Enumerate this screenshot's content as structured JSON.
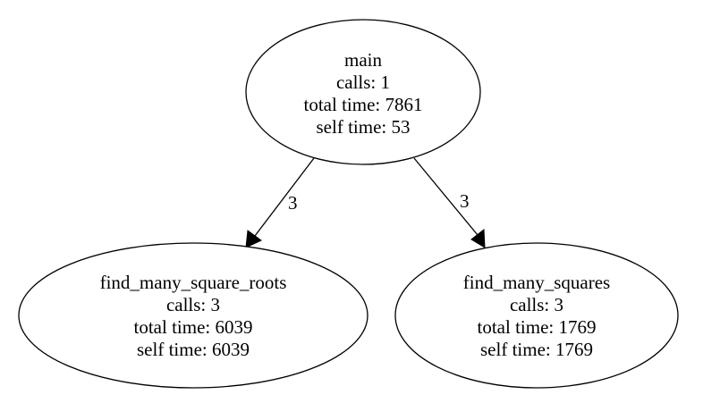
{
  "nodes": {
    "main": {
      "name": "main",
      "calls": "calls: 1",
      "total_time": "total time: 7861",
      "self_time": "self time: 53"
    },
    "roots": {
      "name": "find_many_square_roots",
      "calls": "calls: 3",
      "total_time": "total time: 6039",
      "self_time": "self time: 6039"
    },
    "squares": {
      "name": "find_many_squares",
      "calls": "calls: 3",
      "total_time": "total time: 1769",
      "self_time": "self time: 1769"
    }
  },
  "edges": [
    {
      "from": "main",
      "to": "find_many_square_roots",
      "label": "3"
    },
    {
      "from": "main",
      "to": "find_many_squares",
      "label": "3"
    }
  ]
}
